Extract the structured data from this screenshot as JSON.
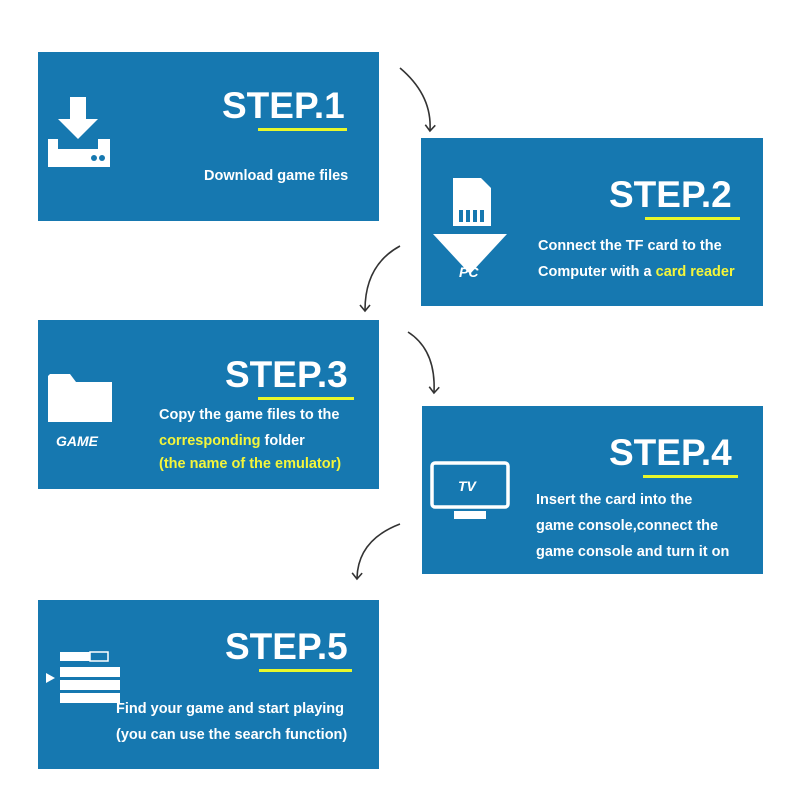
{
  "colors": {
    "panel": "#1678b0",
    "accent": "#f4f53a",
    "text": "#ffffff",
    "arrow": "#333333"
  },
  "steps": [
    {
      "title": "STEP.1",
      "icon": "download-icon",
      "lines": [
        {
          "text": "Download game files"
        }
      ]
    },
    {
      "title": "STEP.2",
      "icon": "sd-card-to-pc-icon",
      "icon_label": "PC",
      "lines": [
        {
          "text": "Connect the TF card to the"
        },
        {
          "text": "Computer with a ",
          "highlight": "card reader"
        }
      ]
    },
    {
      "title": "STEP.3",
      "icon": "folder-icon",
      "icon_label": "GAME",
      "lines": [
        {
          "text": "Copy the game files to the"
        },
        {
          "highlight": "corresponding",
          "text_after": " folder"
        },
        {
          "highlight": "(the name of the emulator)"
        }
      ]
    },
    {
      "title": "STEP.4",
      "icon": "tv-icon",
      "icon_label": "TV",
      "lines": [
        {
          "text": "Insert the card into the"
        },
        {
          "text": "game console,connect the"
        },
        {
          "text": "game console and turn it on"
        }
      ]
    },
    {
      "title": "STEP.5",
      "icon": "game-list-icon",
      "lines": [
        {
          "text": "Find your game and start playing"
        },
        {
          "text": "(you can use the search function)"
        }
      ]
    }
  ]
}
